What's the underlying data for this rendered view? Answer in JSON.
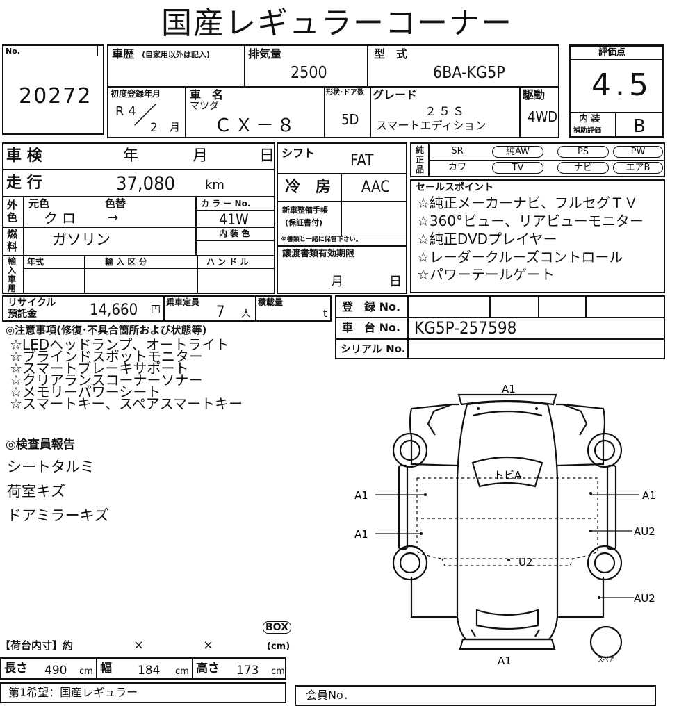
{
  "header": {
    "title": "国産レギュラーコーナー"
  },
  "lot": {
    "no_label": "No.",
    "number": "20272"
  },
  "history": {
    "label": "車歴",
    "label_note": "(自家用以外は記入)",
    "value": ""
  },
  "displacement": {
    "label": "排気量",
    "value": "2500"
  },
  "model": {
    "label": "型　式",
    "value": "6BA-KG5P"
  },
  "first_reg": {
    "label": "初度登録年月",
    "era": "R 4",
    "slash": "／",
    "month": "2",
    "month_unit": "月"
  },
  "car_name": {
    "label": "車　名",
    "maker": "マツダ",
    "name": "ＣＸ－８"
  },
  "doors": {
    "label": "形状･ドア数",
    "value": "5D"
  },
  "grade": {
    "label": "グレード",
    "line1": "２５Ｓ",
    "line2": "スマートエディション"
  },
  "drive": {
    "label": "駆動",
    "value": "4WD"
  },
  "score": {
    "label": "評価点",
    "value": "4.5",
    "interior_label_1": "内 装",
    "interior_label_2": "補助評価",
    "interior_value": "B"
  },
  "inspection": {
    "label": "車 検",
    "year": "年",
    "month": "月",
    "day": "日"
  },
  "mileage": {
    "label": "走 行",
    "value": "37,080",
    "unit": "km"
  },
  "color": {
    "label_v": "外色",
    "orig_label": "元色",
    "change_label": "色替",
    "orig": "クロ",
    "arrow": "→",
    "color_no_label": "カ ラ ー No.",
    "color_no": "41W",
    "int_color_label": "内 装 色"
  },
  "fuel": {
    "label": "燃料",
    "value": "ガソリン"
  },
  "import": {
    "label": "輸入車用",
    "year_label": "年式",
    "class_label": "輸 入 区 分",
    "handle_label": "ハ ン ド ル"
  },
  "shift": {
    "label": "シフト",
    "value": "FAT"
  },
  "aircon": {
    "label": "冷　房",
    "value": "AAC"
  },
  "manual": {
    "label_1": "新車整備手帳",
    "label_2": "(保証書付)",
    "note": "※書類と一緒に保管下さい。"
  },
  "transfer": {
    "label": "譲渡書類有効期限",
    "month": "月",
    "day": "日"
  },
  "equip": {
    "label": "純正品",
    "row1": [
      "SR",
      "純AW",
      "PS",
      "PW"
    ],
    "row2": [
      "カワ",
      "TV",
      "ナビ",
      "エアB"
    ]
  },
  "sales": {
    "label": "セールスポイント",
    "items": [
      "☆純正メーカーナビ、フルセグＴＶ",
      "☆360°ビュー、リアビューモニター",
      "☆純正DVDプレイヤー",
      "☆レーダークルーズコントロール",
      "☆パワーテールゲート"
    ]
  },
  "recycle": {
    "label_1": "リサイクル",
    "label_2": "預託金",
    "value": "14,660",
    "unit": "円"
  },
  "capacity": {
    "label": "乗車定員",
    "value": "7",
    "unit": "人"
  },
  "load": {
    "label": "積載量",
    "unit": "t"
  },
  "registration": {
    "reg_label": "登　録 No.",
    "chassis_label": "車　台 No.",
    "chassis_value": "KG5P-257598",
    "serial_label": "シリアル No."
  },
  "notes": {
    "label": "◎注意事項(修復･不具合箇所および状態等)",
    "items": [
      "☆LEDヘッドランプ、オートライト",
      "☆ブラインドスポットモニター",
      "☆スマートブレーキサポート",
      "☆クリアランスコーナーソナー",
      "☆メモリーパワーシート",
      "☆スマートキー、スペアスマートキー"
    ]
  },
  "inspector": {
    "label": "◎検査員報告",
    "items": [
      "シートタルミ",
      "荷室キズ",
      "ドアミラーキズ"
    ]
  },
  "diagram": {
    "marks": {
      "front": "A1",
      "rear": "A1",
      "left_upper": "A1",
      "left_lower": "A1",
      "right_upper": "A1",
      "right_middle": "AU2",
      "right_lower": "AU2",
      "windshield": "トビA",
      "roof": "U2",
      "spare": "スペア"
    }
  },
  "cargo": {
    "label": "【荷台内寸】約",
    "x1": "×",
    "x2": "×",
    "box": "BOX",
    "cm": "(cm)"
  },
  "dims": {
    "length_label": "長さ",
    "length": "490",
    "width_label": "幅",
    "width": "184",
    "height_label": "高さ",
    "height": "173",
    "unit": "cm"
  },
  "footer": {
    "first_choice": "第1希望：国産レギュラー",
    "member": "会員No．"
  }
}
